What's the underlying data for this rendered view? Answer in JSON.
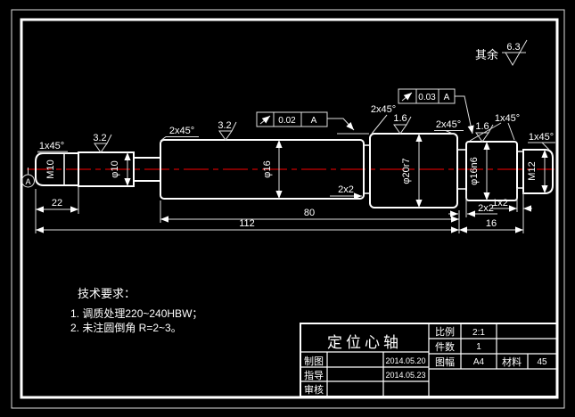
{
  "drawing": {
    "general_roughness": {
      "prefix": "其余",
      "value": "6.3"
    },
    "labels": {
      "chamfer_m10": "1x45°",
      "rough_phi10": "3.2",
      "chamfer_phi16": "2x45°",
      "rough_phi16": "3.2",
      "chamfer_phi20_left": "2x45°",
      "rough_phi20": "1.6",
      "chamfer_phi20_right": "2x45°",
      "rough_phi16n6": "1.6",
      "chamfer_phi16n6": "1x45°",
      "chamfer_m12": "1x45°"
    },
    "tolerances": [
      {
        "value": "0.02",
        "datum": "A"
      },
      {
        "value": "0.03",
        "datum": "A"
      }
    ],
    "sections": {
      "m10": "M10",
      "phi10": "φ10",
      "phi16": "φ16",
      "phi20": "φ20r7",
      "phi16n6": "φ16n6",
      "m12": "M12"
    },
    "dimensions": {
      "d22": "22",
      "d80": "80",
      "d112": "112",
      "d16": "16",
      "groove_mid": "2x2",
      "groove_right": "2x2",
      "groove_m12": "1x2"
    },
    "datum_label": "A",
    "tech_requirements": {
      "title": "技术要求：",
      "items": [
        "1. 调质处理220~240HBW；",
        "2. 未注圆倒角 R=2~3。"
      ]
    }
  },
  "title_block": {
    "part_name": "定位心轴",
    "scale_label": "比例",
    "scale_value": "2:1",
    "qty_label": "件数",
    "qty_value": "1",
    "sheet_label": "图幅",
    "sheet_value": "A4",
    "material_label": "材料",
    "material_value": "45",
    "drawn_label": "制图",
    "drawn_date": "2014.05.20",
    "advisor_label": "指导",
    "advisor_date": "2014.05.23",
    "audit_label": "审核"
  },
  "colors": {
    "background": "#000000",
    "line": "#ffffff",
    "centerline": "#a80000"
  }
}
